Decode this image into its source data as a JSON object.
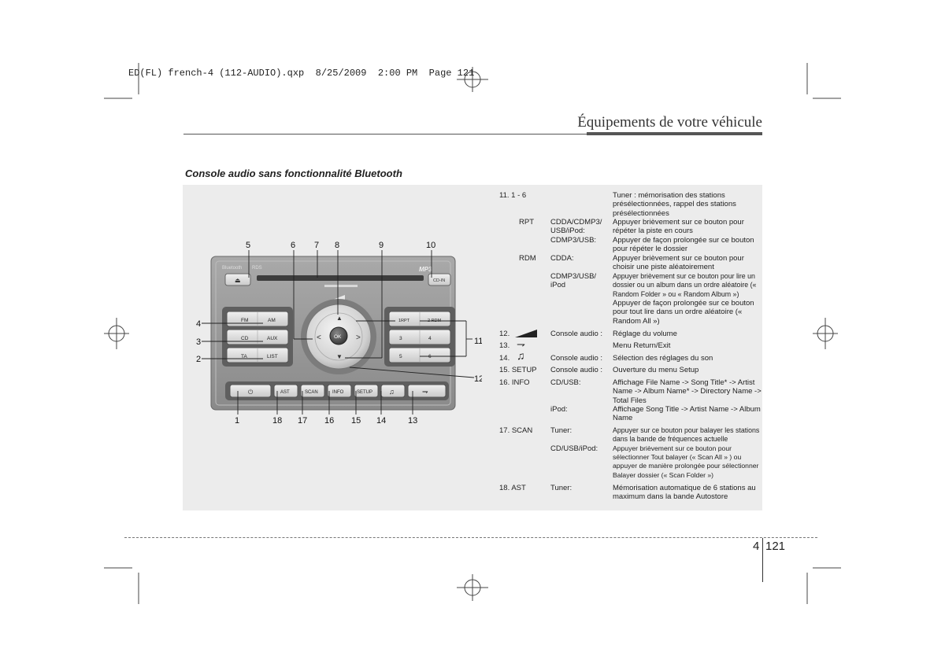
{
  "slug_text": "ED(FL) french-4 (112-AUDIO).qxp  8/25/2009  2:00 PM  Page 121",
  "header_title": "Équipements de votre véhicule",
  "section_title": "Console audio sans fonctionnalité Bluetooth",
  "radio": {
    "top_labels": {
      "bluetooth": "Bluetooth",
      "rds": "RDS",
      "mp3": "MP3",
      "cd_in": "CD-IN",
      "eject": "⏏"
    },
    "left_buttons": [
      [
        "FM",
        "AM"
      ],
      [
        "CD",
        "AUX"
      ],
      [
        "TA",
        "LIST"
      ]
    ],
    "right_buttons": [
      [
        "1RPT",
        "2 RDM"
      ],
      [
        "3",
        "4"
      ],
      [
        "5",
        "6"
      ]
    ],
    "ok_label": "OK",
    "bottom_buttons": [
      "⏻",
      "AST",
      "SCAN",
      "INFO",
      "SETUP",
      "♫",
      "⇁"
    ],
    "callouts": {
      "n1": "1",
      "n2": "2",
      "n3": "3",
      "n4": "4",
      "n5": "5",
      "n6": "6",
      "n7": "7",
      "n8": "8",
      "n9": "9",
      "n10": "10",
      "n11": "11",
      "n12": "12",
      "n13": "13",
      "n14": "14",
      "n15": "15",
      "n16": "16",
      "n17": "17",
      "n18": "18"
    }
  },
  "descriptions": {
    "r11_num": "11.    1 - 6",
    "r11_text": "Tuner  : mémorisation des stations présélectionnées, rappel des stations présélectionnées",
    "r11a_key": "RPT",
    "r11a_mode1": "CDDA/CDMP3/ USB/iPod:",
    "r11a_text1": "Appuyer brièvement sur ce bouton pour répéter la piste en cours",
    "r11a_mode2": "CDMP3/USB:",
    "r11a_text2": "Appuyer de façon prolongée sur ce bouton pour répéter le dossier",
    "r11b_key": "RDM",
    "r11b_mode1": "CDDA:",
    "r11b_text1": "Appuyer brièvement sur ce bouton pour choisir une piste aléatoirement",
    "r11b_mode2": "CDMP3/USB/ iPod",
    "r11b_text2": "Appuyer brièvement sur ce bouton pour lire un dossier ou un album dans un ordre aléatoire («  Random Folder  » ou «  Random Album  »)",
    "r11b_text3": "Appuyer de façon prolongée sur ce bouton pour tout lire dans un ordre aléatoire («  Random All  »)",
    "r12_num": "12.",
    "r12_mode": "Console audio :",
    "r12_text": "Réglage du volume",
    "r13_num": "13.",
    "r13_icon": "⇁",
    "r13_text": "Menu Return/Exit",
    "r14_num": "14.",
    "r14_icon": "♫",
    "r14_mode": "Console audio :",
    "r14_text": "Sélection des réglages du son",
    "r15_num": "15.  SETUP",
    "r15_mode": "Console audio :",
    "r15_text": "Ouverture du menu Setup",
    "r16_num": "16.   INFO",
    "r16_mode1": "CD/USB:",
    "r16_text1": "Affichage File Name -> Song Title* -> Artist Name -> Album Name* -> Directory Name -> Total Files",
    "r16_mode2": "iPod:",
    "r16_text2": "Affichage Song Title -> Artist Name -> Album Name",
    "r17_num": "17.   SCAN",
    "r17_mode1": "Tuner:",
    "r17_text1": "Appuyer sur ce bouton pour balayer les stations dans la bande de fréquences actuelle",
    "r17_mode2": "CD/USB/iPod:",
    "r17_text2": "Appuyer brièvement sur ce bouton pour sélectionner Tout balayer («  Scan All  » ) ou appuyer de manière prolongée pour sélectionner Balayer dossier («  Scan Folder  »)",
    "r18_num": "18.   AST",
    "r18_mode": "Tuner:",
    "r18_text": "Mémorisation automatique de 6 stations au maximum dans la bande Autostore"
  },
  "footer": {
    "chapter": "4",
    "page": "121"
  }
}
